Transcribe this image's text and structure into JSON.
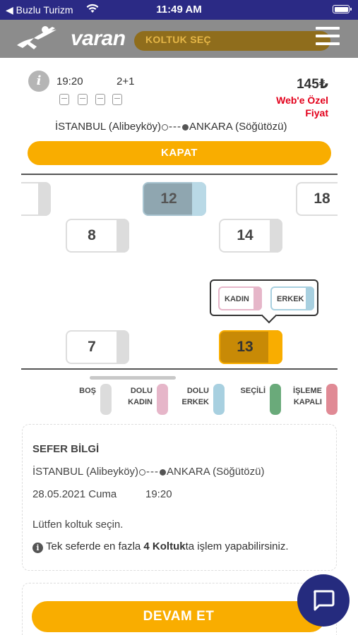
{
  "status_bar": {
    "back_app": "◀ Buzlu Turizm",
    "time": "11:49 AM"
  },
  "header": {
    "brand": "varan",
    "page_title": "KOLTUK SEÇ"
  },
  "trip": {
    "time": "19:20",
    "seat_layout": "2+1",
    "amenities": [
      "outlet-icon",
      "seat-icon",
      "seat-icon",
      "seat-icon"
    ],
    "price": "145₺",
    "web_offer_line1": "Web'e Özel",
    "web_offer_line2": "Fiyat",
    "route_from": "İSTANBUL (Alibeyköy)",
    "route_dash": "---",
    "route_to": "ANKARA (Söğütözü)",
    "close_label": "KAPAT"
  },
  "seats": [
    {
      "number": "",
      "status": "empty"
    },
    {
      "number": "12",
      "status": "full-male"
    },
    {
      "number": "18",
      "status": "empty"
    },
    {
      "number": "8",
      "status": "empty"
    },
    {
      "number": "14",
      "status": "empty"
    },
    {
      "number": "7",
      "status": "empty"
    },
    {
      "number": "13",
      "status": "selecting"
    }
  ],
  "gender_popup": {
    "female": "KADIN",
    "male": "ERKEK"
  },
  "legend": [
    {
      "label": "BOŞ",
      "color": "#dcdcdc"
    },
    {
      "label": "DOLU\nKADIN",
      "color": "#e6b6c9"
    },
    {
      "label": "DOLU\nERKEK",
      "color": "#a8d0e0"
    },
    {
      "label": "SEÇİLİ",
      "color": "#6aaa7a"
    },
    {
      "label": "İŞLEME\nKAPALI",
      "color": "#e08a95"
    }
  ],
  "sefer_bilgi": {
    "title": "SEFER BİLGİ",
    "route_from": "İSTANBUL (Alibeyköy)",
    "route_dash": "---",
    "route_to": "ANKARA (Söğütözü)",
    "date": "28.05.2021 Cuma",
    "time": "19:20",
    "instruction": "Lütfen koltuk seçin.",
    "note_prefix": "Tek seferde en fazla ",
    "note_bold": "4 Koltuk",
    "note_suffix": "ta işlem yapabilirsiniz."
  },
  "continue_label": "DEVAM ET",
  "colors": {
    "accent": "#f9ad00",
    "status_bar": "#2b2a85",
    "header": "#8c8c8c",
    "chat": "#252b7e",
    "offer_red": "#e3001b"
  }
}
